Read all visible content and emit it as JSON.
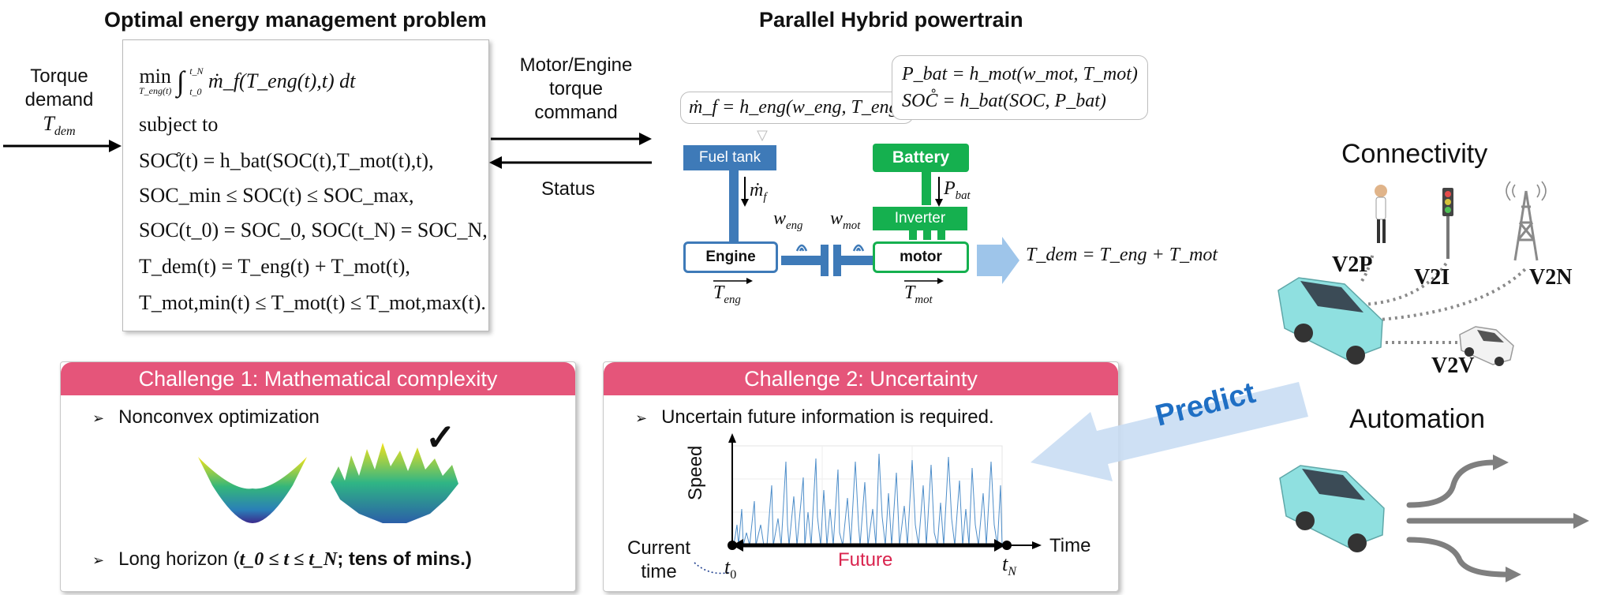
{
  "left": {
    "title": "Optimal energy management problem",
    "input_line1": "Torque",
    "input_line2": "demand",
    "input_symbol": "T",
    "input_symbol_sub": "dem",
    "eq_objective_min": "min",
    "eq_objective_min_sub": "T_eng(t)",
    "eq_objective_int_upper": "t_N",
    "eq_objective_int_lower": "t_0",
    "eq_objective": "ṁ_f(T_eng(t),t) dt",
    "eq_subject": "subject to",
    "eq_1": "SOC̊(t) = h_bat(SOC(t),T_mot(t),t),",
    "eq_2": "SOC_min ≤ SOC(t) ≤ SOC_max,",
    "eq_3": "SOC(t_0) = SOC_0, SOC(t_N) = SOC_N,",
    "eq_4": "T_dem(t) = T_eng(t) + T_mot(t),",
    "eq_5": "T_mot,min(t) ≤ T_mot(t) ≤ T_mot,max(t)."
  },
  "middle": {
    "cmd_line1": "Motor/Engine",
    "cmd_line2": "torque",
    "cmd_line3": "command",
    "status": "Status"
  },
  "powertrain": {
    "title": "Parallel Hybrid powertrain",
    "callout_engine": "ṁ_f = h_eng(w_eng, T_eng)",
    "callout_battery_1": "P_bat = h_mot(w_mot, T_mot)",
    "callout_battery_2": "SOC̊ = h_bat(SOC, P_bat)",
    "fuel_tank": "Fuel tank",
    "engine": "Engine",
    "battery": "Battery",
    "inverter": "Inverter",
    "motor": "motor",
    "label_mf": "ṁ",
    "label_mf_sub": "f",
    "label_pbat": "P",
    "label_pbat_sub": "bat",
    "label_weng": "w",
    "label_weng_sub": "eng",
    "label_wmot": "w",
    "label_wmot_sub": "mot",
    "label_teng": "T",
    "label_teng_sub": "eng",
    "label_tmot": "T",
    "label_tmot_sub": "mot",
    "output_eq": "T_dem = T_eng + T_mot",
    "colors": {
      "blue": "#3e7ab8",
      "green": "#15b04f",
      "arrow": "#9ec5ea"
    }
  },
  "challenge1": {
    "header": "Challenge 1: Mathematical complexity",
    "bullet1": "Nonconvex optimization",
    "bullet2_prefix": "Long horizon (",
    "bullet2_math": "t_0 ≤ t ≤ t_N",
    "bullet2_suffix": "; tens of mins.)",
    "check": "✓",
    "header_color": "#e5557a"
  },
  "challenge2": {
    "header": "Challenge 2: Uncertainty",
    "bullet1": "Uncertain future information is required.",
    "ylabel": "Speed",
    "xlabel": "Time",
    "current_line1": "Current",
    "current_line2": "time",
    "t0": "t",
    "t0_sub": "0",
    "tN": "t",
    "tN_sub": "N",
    "future": "Future",
    "future_color": "#d9244e"
  },
  "right": {
    "connectivity": "Connectivity",
    "automation": "Automation",
    "predict": "Predict",
    "v2p": "V2P",
    "v2i": "V2I",
    "v2n": "V2N",
    "v2v": "V2V",
    "predict_color": "#1f6fc4"
  },
  "icons": [
    "torque-arrow-icon",
    "wave-coupling-icon",
    "car-icon",
    "pedestrian-icon",
    "traffic-light-icon",
    "cell-tower-icon",
    "checkmark-icon"
  ]
}
